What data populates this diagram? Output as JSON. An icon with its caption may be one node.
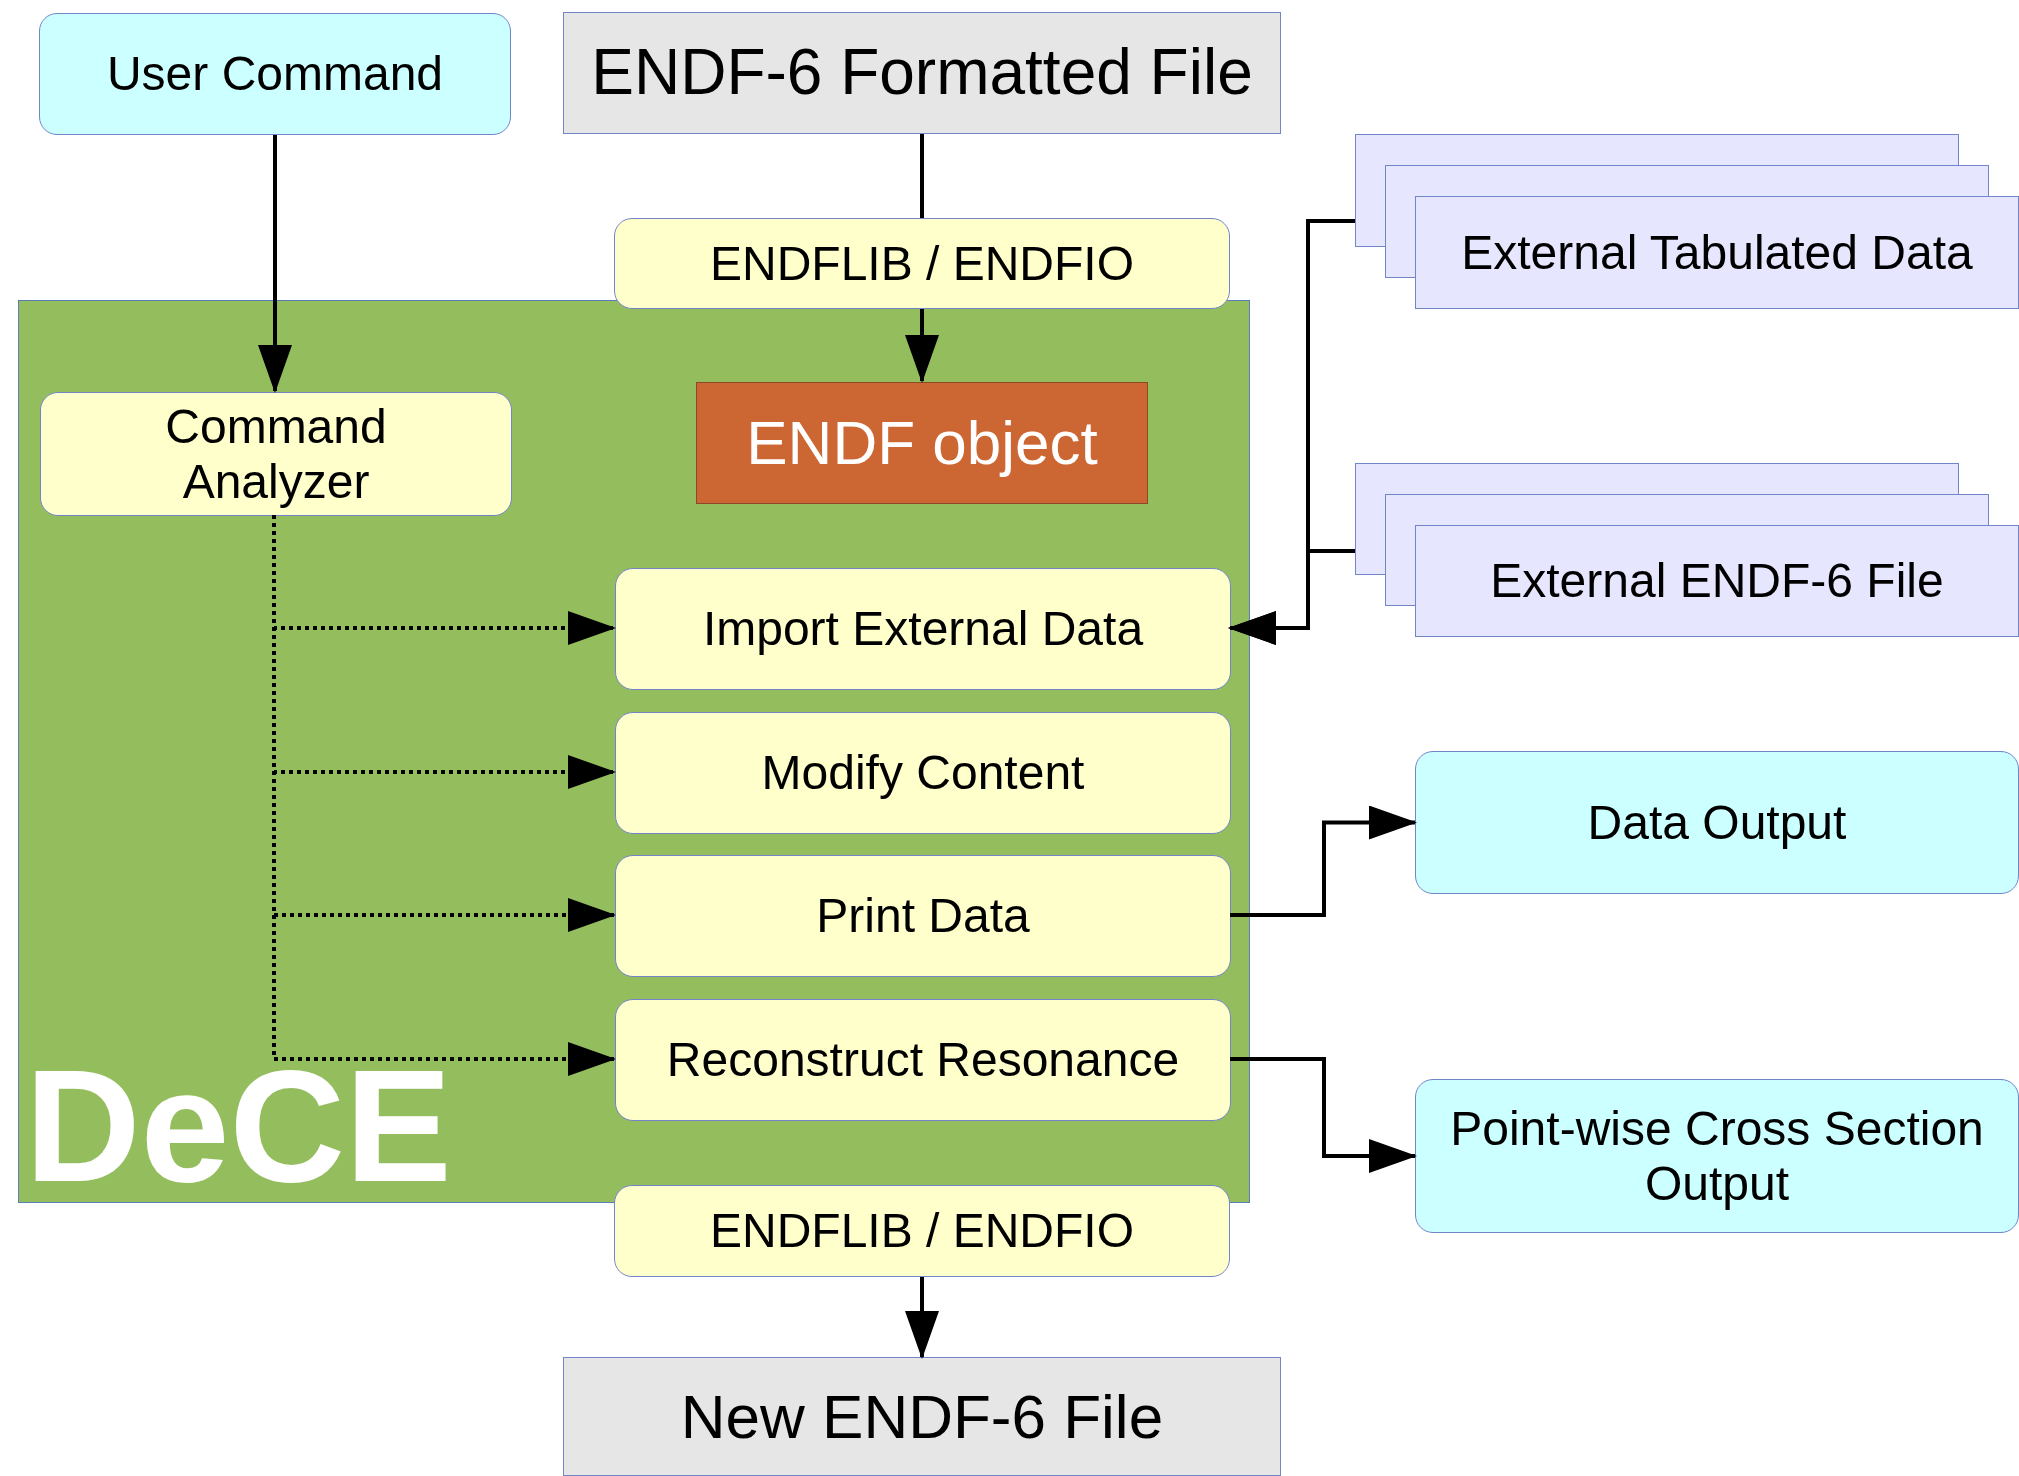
{
  "diagram": {
    "nodes": [
      {
        "text": [
          "User Command"
        ]
      },
      {
        "text": [
          "ENDF-6 Formatted File"
        ]
      },
      {
        "text": [
          "ENDFLIB / ENDFIO"
        ]
      },
      {
        "text": [
          "DeCE"
        ]
      },
      {
        "text": [
          "Command Analyzer"
        ],
        "in": 3
      },
      {
        "text": [
          "ENDF object"
        ],
        "in": 3
      },
      {
        "text": [
          "Import External Data"
        ],
        "in": 3
      },
      {
        "text": [
          "Modify Content"
        ],
        "in": 3
      },
      {
        "text": [
          "Print Data"
        ],
        "in": 3
      },
      {
        "text": [
          "Reconstruct Resonance"
        ],
        "in": 3
      },
      {
        "text": [
          "ENDFLIB / ENDFIO"
        ]
      },
      {
        "text": [
          "New ENDF-6 File"
        ]
      },
      {
        "text": [
          "External Tabulated Data"
        ]
      },
      {
        "text": [
          "External ENDF-6 File"
        ]
      },
      {
        "text": [
          "Data Output"
        ]
      },
      {
        "text": [
          "Point-wise Cross Section Output"
        ]
      }
    ],
    "edges": [
      {
        "from": 0,
        "to": 4,
        "arrow": "to"
      },
      {
        "from": 1,
        "to": 2,
        "arrow": "none"
      },
      {
        "from": 2,
        "to": 5,
        "arrow": "to"
      },
      {
        "from": 4,
        "to": 6,
        "arrow": "to",
        "style": "dashed"
      },
      {
        "from": 4,
        "to": 7,
        "arrow": "to",
        "style": "dashed"
      },
      {
        "from": 4,
        "to": 8,
        "arrow": "to",
        "style": "dashed"
      },
      {
        "from": 4,
        "to": 9,
        "arrow": "to",
        "style": "dashed"
      },
      {
        "from": 12,
        "to": 6,
        "arrow": "to"
      },
      {
        "from": 13,
        "to": 6,
        "arrow": "to"
      },
      {
        "from": 8,
        "to": 14,
        "arrow": "to"
      },
      {
        "from": 9,
        "to": 15,
        "arrow": "to"
      },
      {
        "from": 10,
        "to": 11,
        "arrow": "to"
      }
    ]
  }
}
